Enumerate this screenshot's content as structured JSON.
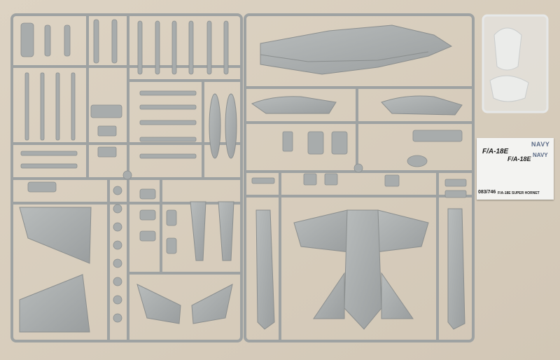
{
  "decal_sheet": {
    "navy_large": "NAVY",
    "navy_small": "NAVY",
    "designation_large": "F/A-18E",
    "designation_small": "F/A-18E",
    "kit_code": "083/746",
    "kit_name": "F/A-18E SUPER HORNET"
  },
  "colors": {
    "background": "#d9cfbf",
    "plastic": "#a9adad",
    "sprue_frame": "#9da1a1",
    "clear_parts": "#e8eaea",
    "decal_paper": "#f3f3f1",
    "navy_text": "#5a6a86"
  }
}
